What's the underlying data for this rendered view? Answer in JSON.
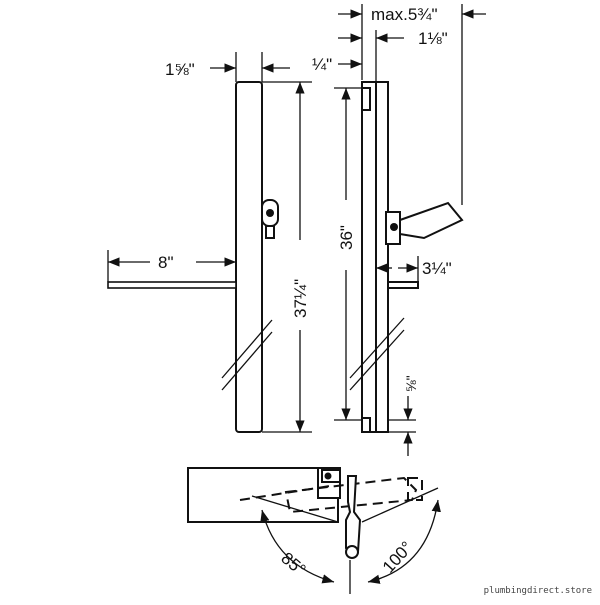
{
  "dimensions": {
    "max_width": "max.5¾\"",
    "bracket_width": "1⅛\"",
    "rail_width": "1⅝\"",
    "wall_gap": "¼\"",
    "shelf_length": "8\"",
    "overall_height": "37¼\"",
    "rail_height": "36\"",
    "holder_depth": "3¼\"",
    "bottom_offset": "⅝\"",
    "angle_left": "85°",
    "angle_right": "100°"
  },
  "watermark": "plumbingdirect.store"
}
